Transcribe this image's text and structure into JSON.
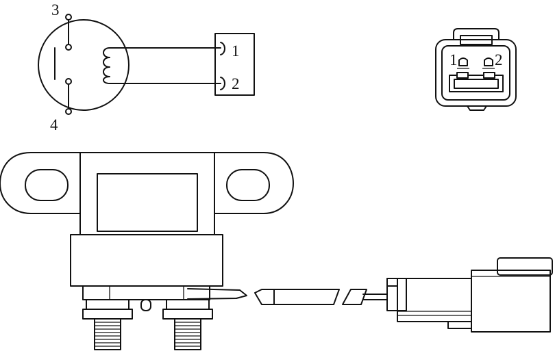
{
  "schematic": {
    "pin3": "3",
    "pin4": "4",
    "out1": "1",
    "out2": "2"
  },
  "connector_face": {
    "pin1": "1",
    "pin2": "2"
  }
}
